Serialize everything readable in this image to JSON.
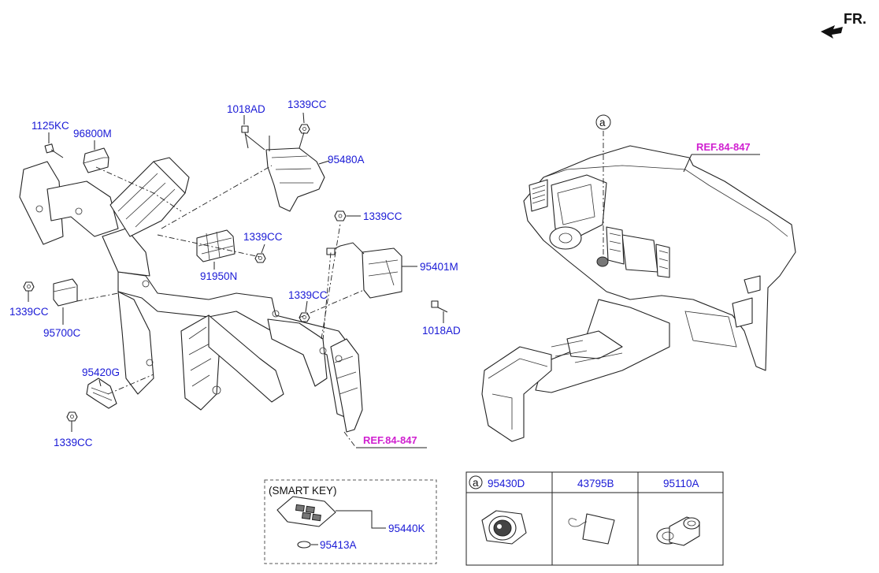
{
  "direction": {
    "label": "FR."
  },
  "callouts": {
    "c1125KC": "1125KC",
    "c96800M": "96800M",
    "c1018AD_top": "1018AD",
    "c1339CC_top": "1339CC",
    "c95480A": "95480A",
    "c1339CC_mid": "1339CC",
    "c91950N": "91950N",
    "c1339CC_right": "1339CC",
    "c95401M": "95401M",
    "c1339CC_lower": "1339CC",
    "c1018AD_right": "1018AD",
    "c1339CC_left": "1339CC",
    "c95700C": "95700C",
    "c95420G": "95420G",
    "c1339CC_bottom": "1339CC",
    "ref_main": "REF.84-847",
    "ref_dash": "REF.84-847",
    "marker_a": "a"
  },
  "smart_key": {
    "title": "(SMART KEY)",
    "key_part": "95440K",
    "battery_part": "95413A"
  },
  "parts_table": {
    "marker": "a",
    "columns": [
      "95430D",
      "43795B",
      "95110A"
    ]
  }
}
